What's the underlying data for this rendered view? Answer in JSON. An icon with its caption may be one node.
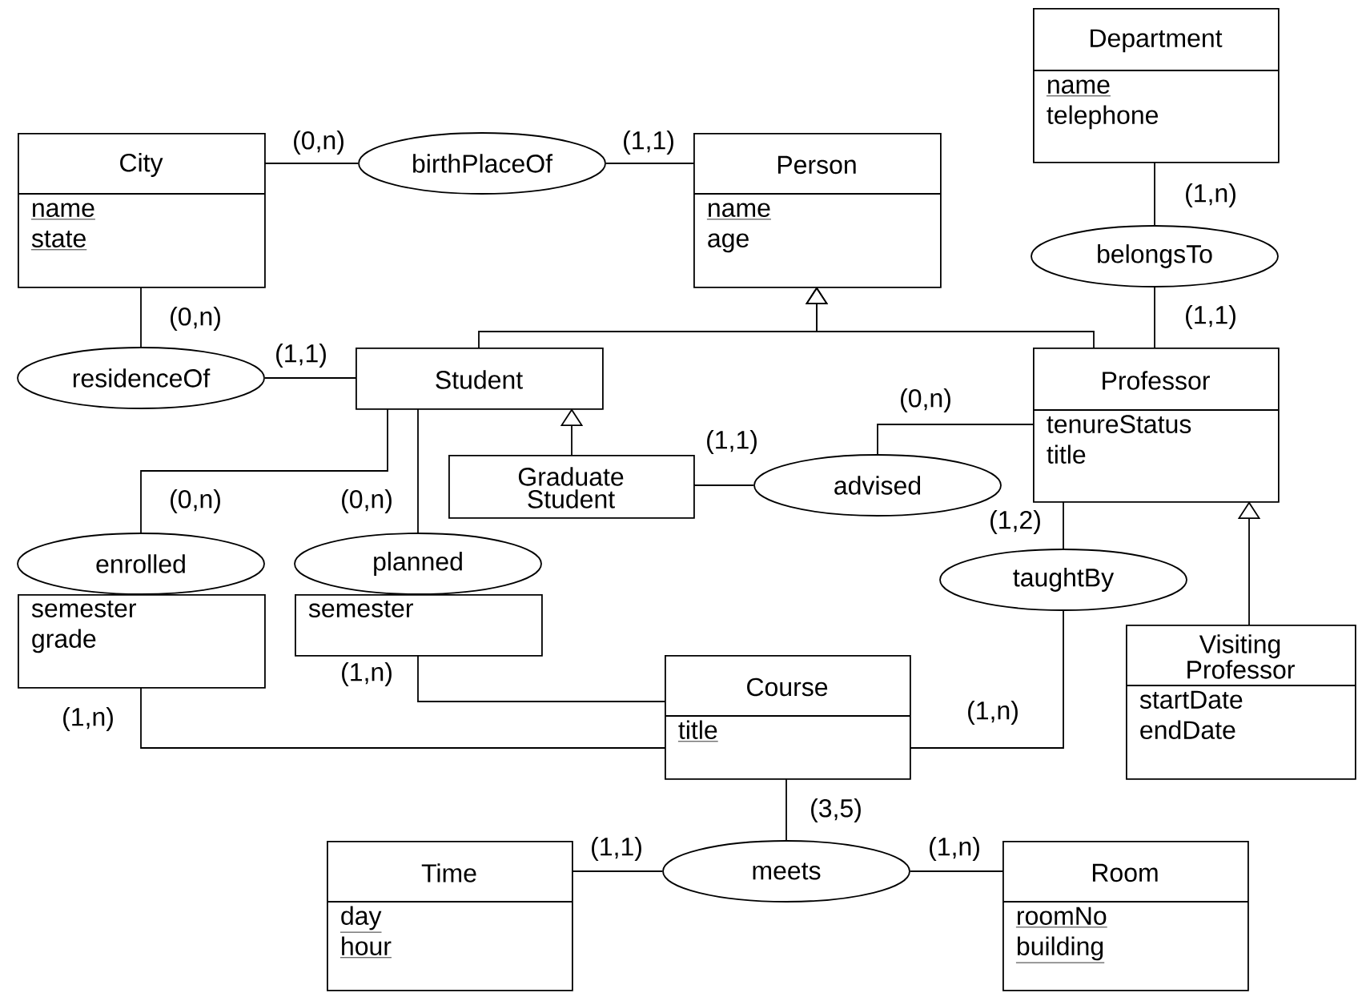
{
  "diagram": {
    "nodes": [
      {
        "text": [
          "Department",
          "name",
          "telephone"
        ]
      },
      {
        "text": [
          "City",
          "name",
          "state"
        ]
      },
      {
        "text": [
          "birthPlaceOf"
        ]
      },
      {
        "text": [
          "Person",
          "name",
          "age"
        ]
      },
      {
        "text": [
          "belongsTo"
        ]
      },
      {
        "text": [
          "residenceOf"
        ]
      },
      {
        "text": [
          "Student"
        ]
      },
      {
        "text": [
          "Professor",
          "tenureStatus",
          "title"
        ]
      },
      {
        "text": [
          "Graduate Student"
        ]
      },
      {
        "text": [
          "advised"
        ]
      },
      {
        "text": [
          "enrolled"
        ]
      },
      {
        "text": [
          "planned"
        ]
      },
      {
        "text": [
          "semester",
          "grade"
        ]
      },
      {
        "text": [
          "semester"
        ]
      },
      {
        "text": [
          "taughtBy"
        ]
      },
      {
        "text": [
          "Visiting Professor",
          "startDate",
          "endDate"
        ]
      },
      {
        "text": [
          "Course",
          "title"
        ]
      },
      {
        "text": [
          "meets"
        ]
      },
      {
        "text": [
          "Time",
          "day",
          "hour"
        ]
      },
      {
        "text": [
          "Room",
          "roomNo",
          "building"
        ]
      }
    ],
    "edges": [
      {
        "from": 1,
        "to": 2,
        "arrow": "none",
        "label": "(0,n)"
      },
      {
        "from": 2,
        "to": 3,
        "arrow": "none",
        "label": "(1,1)"
      },
      {
        "from": 0,
        "to": 4,
        "arrow": "none",
        "label": "(1,n)"
      },
      {
        "from": 4,
        "to": 7,
        "arrow": "none",
        "label": "(1,1)"
      },
      {
        "from": 1,
        "to": 5,
        "arrow": "none",
        "label": "(0,n)"
      },
      {
        "from": 5,
        "to": 6,
        "arrow": "none",
        "label": "(1,1)"
      },
      {
        "from": 6,
        "to": 3,
        "arrow": "to"
      },
      {
        "from": 7,
        "to": 3,
        "arrow": "to"
      },
      {
        "from": 8,
        "to": 6,
        "arrow": "to"
      },
      {
        "from": 9,
        "to": 8,
        "arrow": "none",
        "label": "(1,1)"
      },
      {
        "from": 9,
        "to": 7,
        "arrow": "none",
        "label": "(0,n)"
      },
      {
        "from": 6,
        "to": 10,
        "arrow": "none",
        "label": "(0,n)"
      },
      {
        "from": 6,
        "to": 11,
        "arrow": "none",
        "label": "(0,n)"
      },
      {
        "from": 7,
        "to": 14,
        "arrow": "none",
        "label": "(1,2)"
      },
      {
        "from": 12,
        "to": 16,
        "arrow": "none",
        "label": "(1,n)"
      },
      {
        "from": 13,
        "to": 16,
        "arrow": "none",
        "label": "(1,n)"
      },
      {
        "from": 14,
        "to": 16,
        "arrow": "none",
        "label": "(1,n)"
      },
      {
        "from": 15,
        "to": 7,
        "arrow": "to"
      },
      {
        "from": 16,
        "to": 17,
        "arrow": "none",
        "label": "(3,5)"
      },
      {
        "from": 17,
        "to": 18,
        "arrow": "none",
        "label": "(1,1)"
      },
      {
        "from": 17,
        "to": 19,
        "arrow": "none",
        "label": "(1,n)"
      }
    ]
  }
}
